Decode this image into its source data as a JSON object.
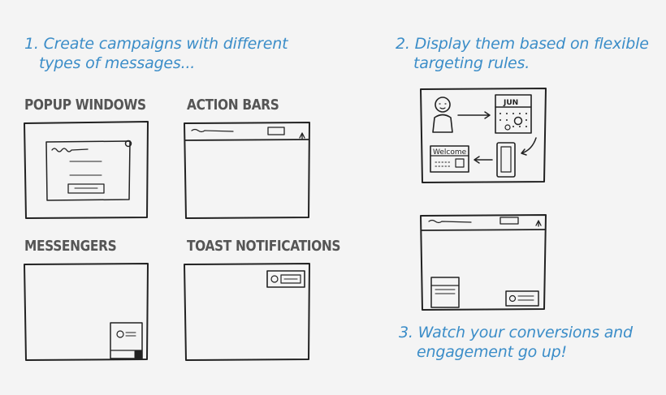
{
  "steps": {
    "one": {
      "line1": "1. Create campaigns with different",
      "line2": "types of messages..."
    },
    "two": {
      "line1": "2. Display them based on flexible",
      "line2": "targeting rules."
    },
    "three": {
      "line1": "3. Watch your conversions and",
      "line2": "engagement go up!"
    }
  },
  "message_types": {
    "popup": "POPUP WINDOWS",
    "action_bars": "ACTION BARS",
    "messengers": "MESSENGERS",
    "toast": "TOAST NOTIFICATIONS"
  },
  "calendar": {
    "month": "JUN"
  },
  "welcome_card": {
    "title": "Welcome"
  },
  "colors": {
    "accent": "#3b8dc8",
    "label": "#555555",
    "ink": "#222222",
    "background": "#f4f4f4"
  },
  "icons": [
    "person-icon",
    "calendar-icon",
    "phone-icon",
    "welcome-card-icon",
    "arrow-icon",
    "scroll-up-icon",
    "close-icon"
  ]
}
